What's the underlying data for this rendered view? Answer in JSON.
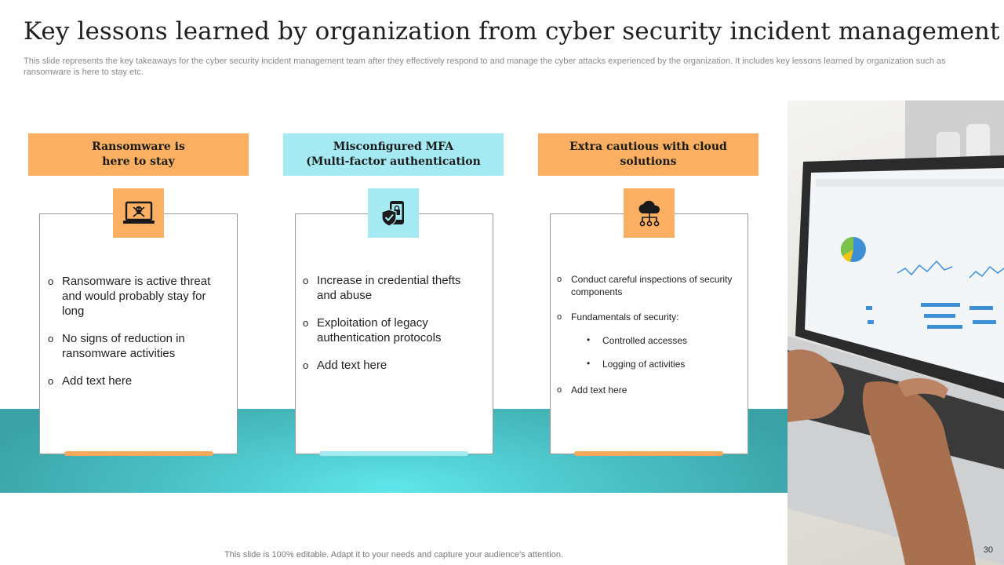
{
  "slide": {
    "title": "Key lessons learned by organization from cyber security incident management",
    "subtitle": "This slide represents the key takeaways for the cyber security incident management team after they effectively respond to and manage the cyber attacks experienced by the organization. It includes key lessons learned by organization such as ransomware is here to stay etc.",
    "footer": "This slide is 100% editable. Adapt it to your needs and capture your audience's attention.",
    "page_number": "30"
  },
  "colors": {
    "orange": "#fbaf62",
    "cyan": "#a5eaf3",
    "teal_band": "#4fc9cd"
  },
  "columns": [
    {
      "header_line1": "Ransomware is",
      "header_line2": "here to stay",
      "icon": "laptop-skull-icon",
      "items": [
        "Ransomware is active threat and would probably stay for long",
        "No signs of reduction in ransomware activities",
        "Add text here"
      ]
    },
    {
      "header_line1": "Misconfigured MFA",
      "header_line2": "(Multi-factor authentication",
      "icon": "phone-shield-lock-icon",
      "items": [
        "Increase in credential thefts and abuse",
        "Exploitation of legacy authentication protocols",
        "Add text here"
      ]
    },
    {
      "header_line1": "Extra cautious with cloud",
      "header_line2": "solutions",
      "icon": "cloud-network-icon",
      "items": [
        "Conduct careful inspections of security components",
        "Fundamentals of security:",
        "Add text here"
      ],
      "sub_items": [
        "Controlled accesses",
        "Logging of activities"
      ]
    }
  ]
}
